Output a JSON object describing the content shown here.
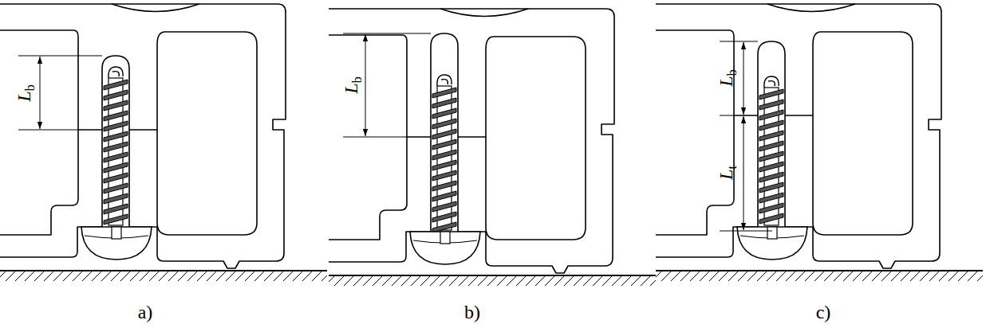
{
  "diagram": {
    "labels": [
      "Lb",
      "Lb",
      "Lb",
      "Lt",
      "a)",
      "b)",
      "c)"
    ]
  }
}
